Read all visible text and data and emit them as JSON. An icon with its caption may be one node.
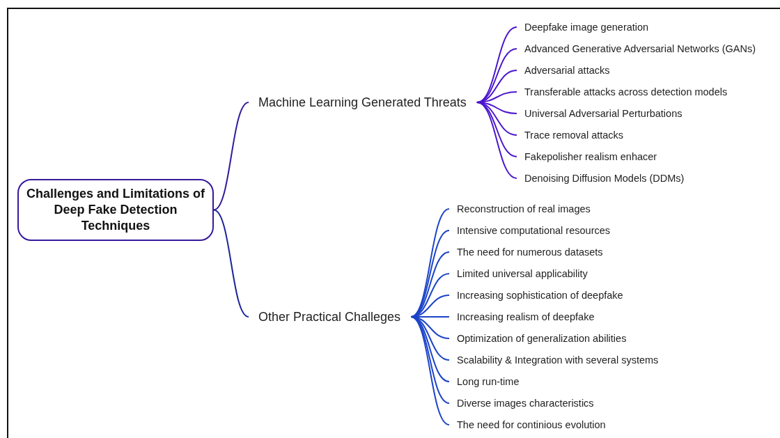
{
  "diagram": {
    "nodes": [
      {
        "text": [
          "Challenges and Limitations of Deep Fake Detection Techniques"
        ]
      },
      {
        "text": [
          "Machine Learning Generated Threats"
        ]
      },
      {
        "text": [
          "Other Practical Challeges"
        ]
      },
      {
        "text": [
          "Deepfake image generation"
        ]
      },
      {
        "text": [
          "Advanced Generative Adversarial Networks (GANs)"
        ]
      },
      {
        "text": [
          "Adversarial attacks"
        ]
      },
      {
        "text": [
          "Transferable attacks across detection models"
        ]
      },
      {
        "text": [
          "Universal Adversarial Perturbations"
        ]
      },
      {
        "text": [
          "Trace removal attacks"
        ]
      },
      {
        "text": [
          "Fakepolisher realism enhacer"
        ]
      },
      {
        "text": [
          "Denoising Diffusion Models (DDMs)"
        ]
      },
      {
        "text": [
          "Reconstruction of real images"
        ]
      },
      {
        "text": [
          "Intensive computational resources"
        ]
      },
      {
        "text": [
          "The need for numerous datasets"
        ]
      },
      {
        "text": [
          "Limited universal applicability"
        ]
      },
      {
        "text": [
          "Increasing sophistication of deepfake"
        ]
      },
      {
        "text": [
          "Increasing realism of deepfake"
        ]
      },
      {
        "text": [
          "Optimization of generalization abilities"
        ]
      },
      {
        "text": [
          "Scalability & Integration with several systems"
        ]
      },
      {
        "text": [
          "Long run-time"
        ]
      },
      {
        "text": [
          "Diverse images characteristics"
        ]
      },
      {
        "text": [
          "The need for continious evolution"
        ]
      }
    ],
    "edges": [
      {
        "from": 0,
        "to": 1,
        "arrow": "none",
        "color": "#35189e"
      },
      {
        "from": 0,
        "to": 2,
        "arrow": "none",
        "color": "#1c2499"
      },
      {
        "from": 1,
        "to": 3,
        "arrow": "none",
        "color": "#4b16cc"
      },
      {
        "from": 1,
        "to": 4,
        "arrow": "none",
        "color": "#4b16cc"
      },
      {
        "from": 1,
        "to": 5,
        "arrow": "none",
        "color": "#4b16cc"
      },
      {
        "from": 1,
        "to": 6,
        "arrow": "none",
        "color": "#4b16cc"
      },
      {
        "from": 1,
        "to": 7,
        "arrow": "none",
        "color": "#4b16cc"
      },
      {
        "from": 1,
        "to": 8,
        "arrow": "none",
        "color": "#4b16cc"
      },
      {
        "from": 1,
        "to": 9,
        "arrow": "none",
        "color": "#4b16cc"
      },
      {
        "from": 1,
        "to": 10,
        "arrow": "none",
        "color": "#4b16cc"
      },
      {
        "from": 2,
        "to": 11,
        "arrow": "none"
      },
      {
        "from": 2,
        "to": 12,
        "arrow": "none"
      },
      {
        "from": 2,
        "to": 13,
        "arrow": "none"
      },
      {
        "from": 2,
        "to": 14,
        "arrow": "none"
      },
      {
        "from": 2,
        "to": 15,
        "arrow": "none"
      },
      {
        "from": 2,
        "to": 16,
        "arrow": "none"
      },
      {
        "from": 2,
        "to": 17,
        "arrow": "none"
      },
      {
        "from": 2,
        "to": 18,
        "arrow": "none"
      },
      {
        "from": 2,
        "to": 19,
        "arrow": "none"
      },
      {
        "from": 2,
        "to": 20,
        "arrow": "none"
      },
      {
        "from": 2,
        "to": 21,
        "arrow": "none"
      }
    ]
  }
}
